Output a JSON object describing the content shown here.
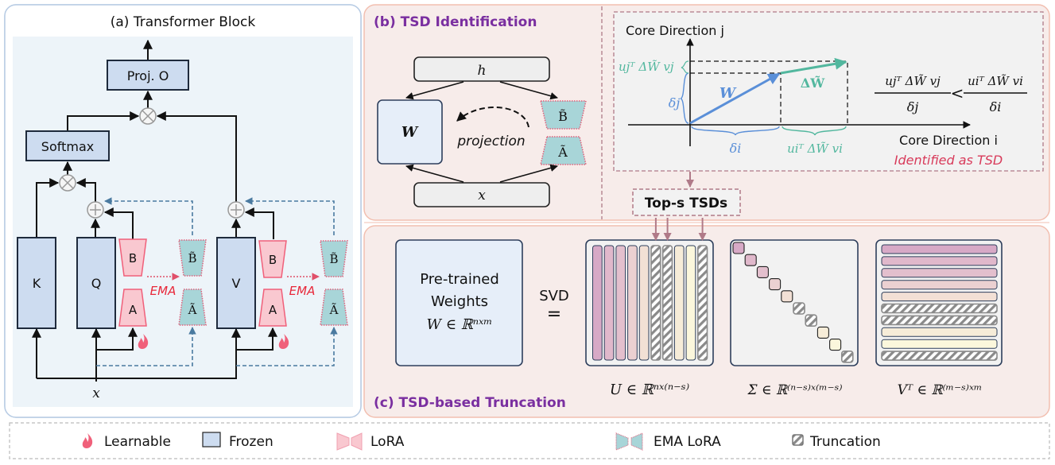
{
  "panel_a": {
    "title": "(a) Transformer Block",
    "proj_o": "Proj. O",
    "softmax": "Softmax",
    "k": "K",
    "q": "Q",
    "v": "V",
    "lora_b": "B",
    "lora_a": "A",
    "ema_b": "B̃",
    "ema_a": "Ã",
    "ema_label": "EMA",
    "input_x": "x"
  },
  "panel_b": {
    "title": "(b) TSD Identification",
    "h_label": "h",
    "x_label": "x",
    "w_label": "W",
    "projection_label": "projection",
    "ema_b": "B̃",
    "ema_a": "Ã",
    "core_direction_j": "Core Direction j",
    "core_direction_i": "Core Direction i",
    "w_vector_label": "W",
    "delta_w_label": "ΔW̃",
    "delta_j": "δj",
    "delta_i": "δi",
    "proj_j": "ujᵀ ΔW̃ vj",
    "proj_i": "uiᵀ ΔW̃ vi",
    "inequality_lhs_num": "ujᵀ ΔW̃ vj",
    "inequality_lhs_den": "δj",
    "inequality_op": "<",
    "inequality_rhs_num": "uiᵀ ΔW̃ vi",
    "inequality_rhs_den": "δi",
    "identified_label": "Identified as TSD",
    "top_s_label": "Top-s TSDs"
  },
  "panel_c": {
    "title": "(c) TSD-based Truncation",
    "pretrained_line1": "Pre-trained",
    "pretrained_line2": "Weights",
    "pretrained_math": "W ∈ ℝⁿˣᵐ",
    "svd_label": "SVD",
    "equals": "=",
    "u_label": "U ∈ ℝⁿˣ⁽ⁿ⁻ˢ⁾",
    "sigma_label": "Σ ∈ ℝ⁽ⁿ⁻ˢ⁾ˣ⁽ᵐ⁻ˢ⁾",
    "vt_label": "Vᵀ ∈ ℝ⁽ᵐ⁻ˢ⁾ˣᵐ",
    "components": [
      {
        "color": "#d7a9c6",
        "truncated": false
      },
      {
        "color": "#e0b8cb",
        "truncated": false
      },
      {
        "color": "#e3bfcd",
        "truncated": false
      },
      {
        "color": "#ebd0d1",
        "truncated": false
      },
      {
        "color": "#f2e0d5",
        "truncated": false
      },
      {
        "color": "#f6ecd8",
        "truncated": true
      },
      {
        "color": "#f6ecd8",
        "truncated": true
      },
      {
        "color": "#f6ecd8",
        "truncated": false
      },
      {
        "color": "#fbf7dc",
        "truncated": false
      },
      {
        "color": "#fbf7dc",
        "truncated": true
      }
    ]
  },
  "legend": {
    "learnable": "Learnable",
    "frozen": "Frozen",
    "lora": "LoRA",
    "ema_lora": "EMA LoRA",
    "truncation": "Truncation"
  },
  "colors": {
    "frozen_fill": "#cddcf0",
    "frozen_stroke": "#2e3f5c",
    "lora_fill": "#f9c8d0",
    "lora_stroke": "#f0607a",
    "ema_fill": "#a8d5d8",
    "ema_stroke": "#e0607a",
    "purple_title": "#7a2fa0",
    "w_blue": "#5a8fd8",
    "teal": "#52b79e",
    "crimson": "#d83a5a",
    "dashed_blue": "#4a7aa0"
  }
}
